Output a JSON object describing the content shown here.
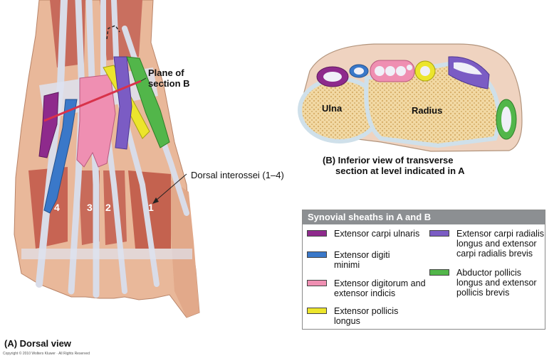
{
  "labels": {
    "plane_of_section_line1": "Plane of",
    "plane_of_section_line2": "section B",
    "dorsal_interossei": "Dorsal interossei (1–4)",
    "ulna": "Ulna",
    "radius": "Radius",
    "caption_b_line1": "(B) Inferior view of transverse",
    "caption_b_line2": "section at level indicated in A",
    "caption_a": "(A) Dorsal view",
    "interosseous_numbers": [
      "4",
      "3",
      "2",
      "1"
    ]
  },
  "legend": {
    "title": "Synovial sheaths in A and B",
    "items": [
      {
        "label": "Extensor carpi ulnaris",
        "color": "#8e2a8c"
      },
      {
        "label": "Extensor digiti minimi",
        "color": "#3a78c9"
      },
      {
        "label": "Extensor digitorum and extensor indicis",
        "color": "#ef8fb2"
      },
      {
        "label": "Extensor pollicis longus",
        "color": "#ece52c"
      },
      {
        "label": "Extensor carpi radialis longus and extensor carpi radialis brevis",
        "color": "#7b5cc4"
      },
      {
        "label": "Abductor pollicis longus and extensor pollicis brevis",
        "color": "#52b64a"
      }
    ]
  },
  "copyright": "Copyright © 2010 Wolters Kluwer · All Rights Reserved"
}
